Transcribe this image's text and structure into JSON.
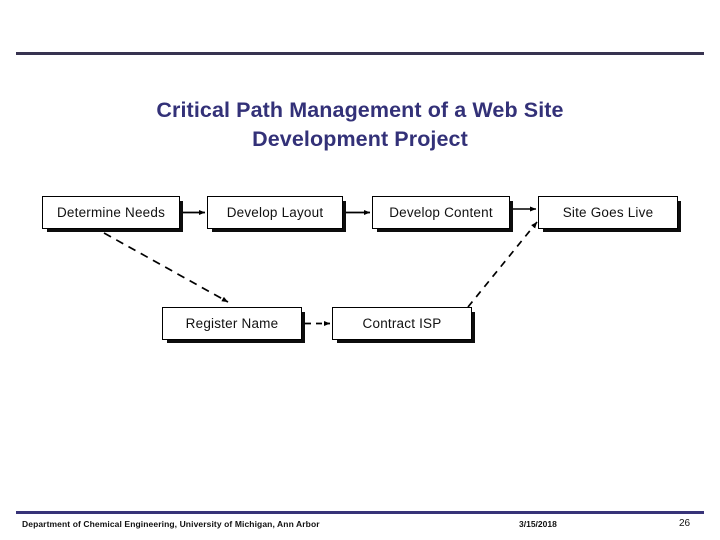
{
  "slide": {
    "title_lines": [
      "Critical Path Management of a Web Site",
      "Development Project"
    ],
    "title_color": "#333178",
    "rule_color": "#373350"
  },
  "diagram": {
    "type": "flowchart",
    "nodes": [
      {
        "id": "determine-needs",
        "label": "Determine Needs"
      },
      {
        "id": "develop-layout",
        "label": "Develop Layout"
      },
      {
        "id": "develop-content",
        "label": "Develop Content"
      },
      {
        "id": "site-goes-live",
        "label": "Site Goes Live"
      },
      {
        "id": "register-name",
        "label": "Register Name"
      },
      {
        "id": "contract-isp",
        "label": "Contract ISP"
      }
    ],
    "edges": [
      {
        "from": "determine-needs",
        "to": "develop-layout",
        "style": "solid"
      },
      {
        "from": "develop-layout",
        "to": "develop-content",
        "style": "solid"
      },
      {
        "from": "develop-content",
        "to": "site-goes-live",
        "style": "solid"
      },
      {
        "from": "determine-needs",
        "to": "register-name",
        "style": "dashed"
      },
      {
        "from": "register-name",
        "to": "contract-isp",
        "style": "dashed"
      },
      {
        "from": "contract-isp",
        "to": "site-goes-live",
        "style": "dashed"
      }
    ]
  },
  "footer": {
    "organization": "Department of Chemical Engineering, University of Michigan, Ann Arbor",
    "date": "3/15/2018",
    "page_number": "26"
  }
}
